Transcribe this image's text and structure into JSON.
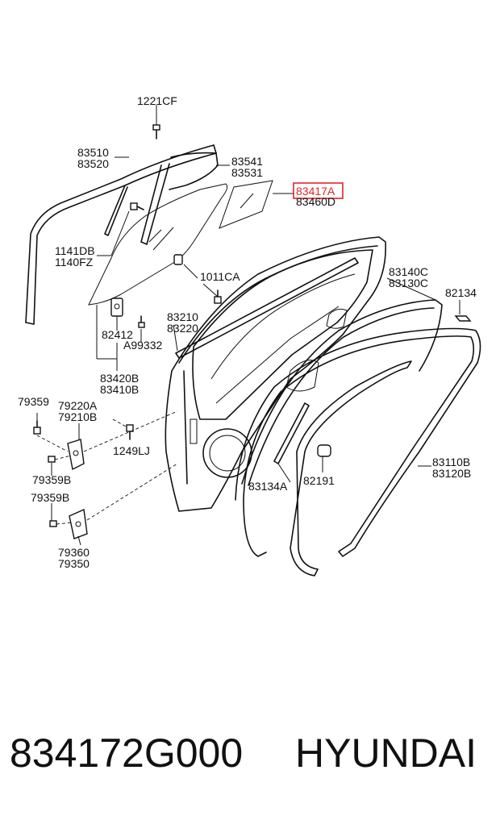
{
  "diagram": {
    "labels": {
      "p1221CF": "1221CF",
      "p83510": "83510",
      "p83520": "83520",
      "p83541": "83541",
      "p83531": "83531",
      "p83417A": "83417A",
      "p83460D": "83460D",
      "p1141DB": "1141DB",
      "p1140FZ": "1140FZ",
      "p1011CA": "1011CA",
      "p83140C": "83140C",
      "p83130C": "83130C",
      "p82134": "82134",
      "p83210": "83210",
      "p83220": "83220",
      "p82412": "82412",
      "pA99332": "A99332",
      "p83420B": "83420B",
      "p83410B": "83410B",
      "p79359": "79359",
      "p79220A": "79220A",
      "p79210B": "79210B",
      "p1249LJ": "1249LJ",
      "p79359B_1": "79359B",
      "p79359B_2": "79359B",
      "p83134A": "83134A",
      "p82191": "82191",
      "p83110B": "83110B",
      "p83120B": "83120B",
      "p79360": "79360",
      "p79350": "79350"
    },
    "highlighted_part": "83417A",
    "highlight_color": "#e0262b"
  },
  "footer": {
    "part_number": "834172G000",
    "brand": "HYUNDAI"
  }
}
